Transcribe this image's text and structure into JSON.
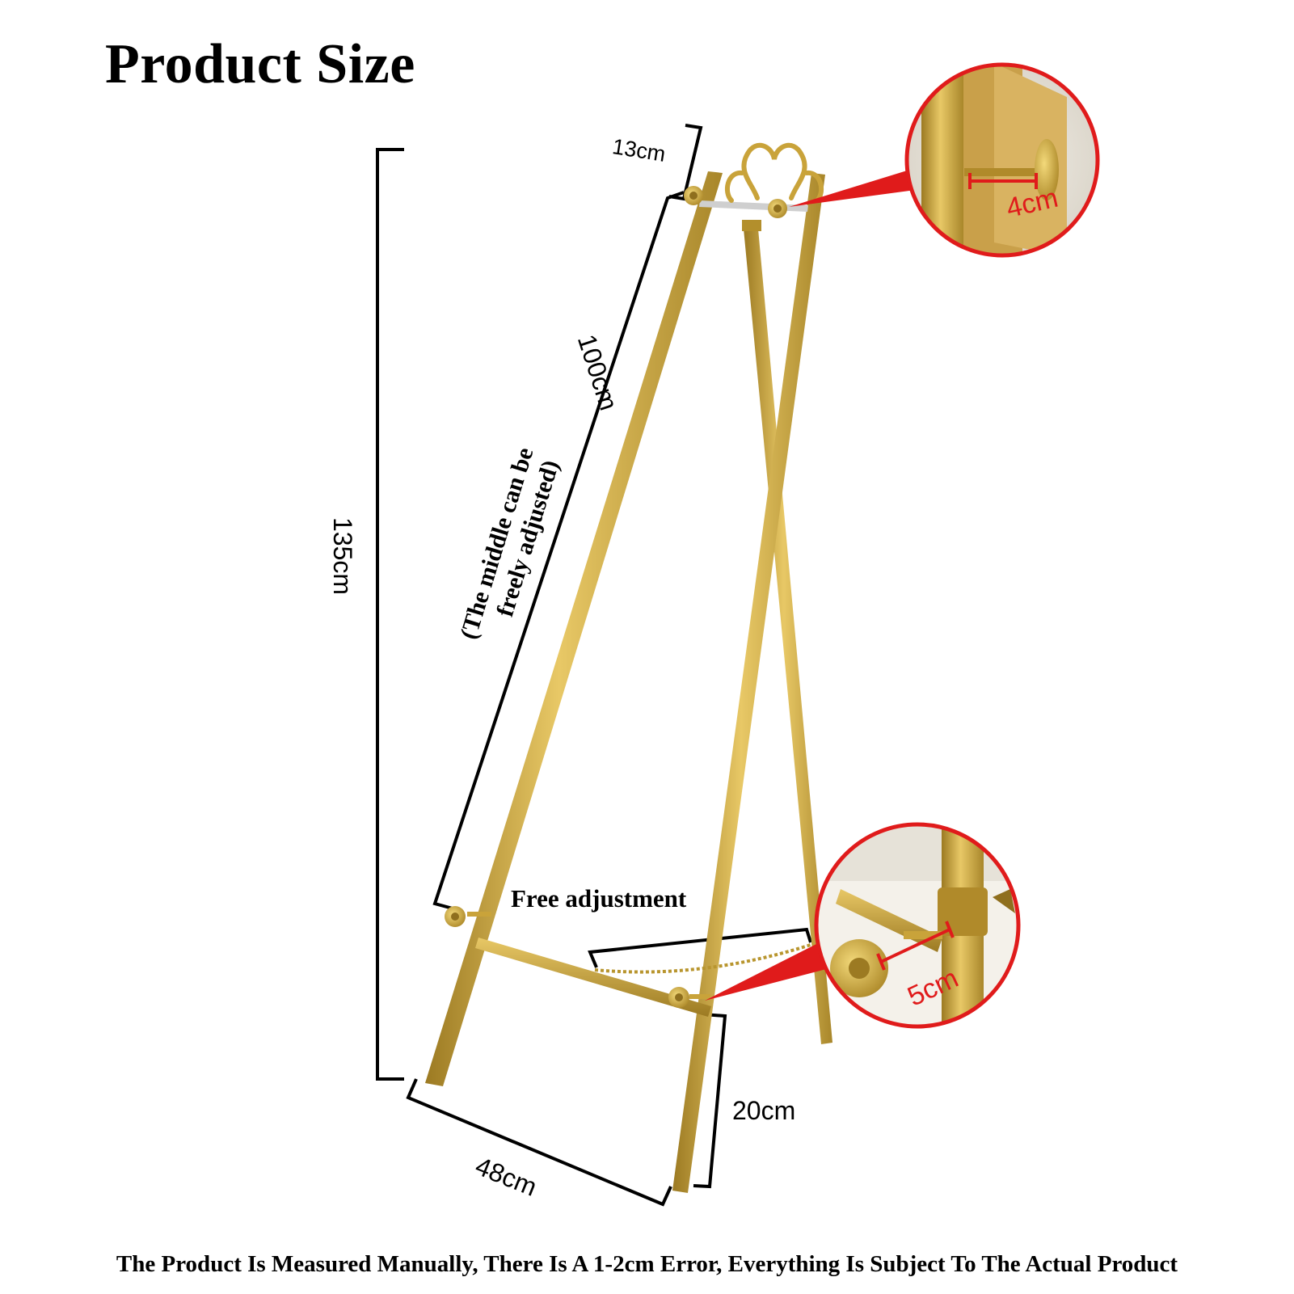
{
  "title": "Product Size",
  "footer": "The Product Is Measured Manually, There Is A 1-2cm Error, Everything Is Subject To The Actual Product",
  "dimensions": {
    "height": "135cm",
    "leg_length": "100cm",
    "leg_note_line1": "(The middle can be",
    "leg_note_line2": "freely adjusted)",
    "top_width": "13cm",
    "free_adjustment": "Free adjustment",
    "base_width": "48cm",
    "foot_height": "20cm"
  },
  "details": {
    "top_peg_depth": "4cm",
    "tray_peg_depth": "5cm"
  },
  "colors": {
    "gold": "#c9a33a",
    "gold_light": "#e8c866",
    "gold_dark": "#9c7a22",
    "red": "#e01b1b",
    "ink": "#000000"
  }
}
